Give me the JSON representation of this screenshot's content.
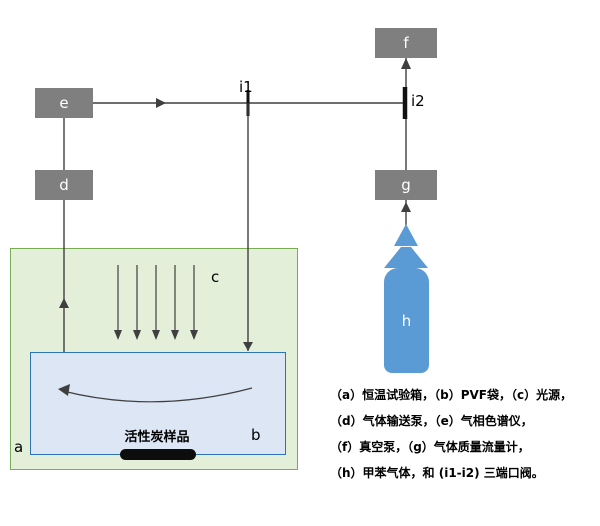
{
  "nodes": {
    "e": "e",
    "d": "d",
    "f": "f",
    "g": "g",
    "h": "h",
    "i1": "i1",
    "i2": "i2"
  },
  "chamber": {
    "label_a": "a",
    "light_label_c": "c"
  },
  "bag": {
    "label_b": "b",
    "sample_label": "活性炭样品"
  },
  "legend": {
    "line1": "（a）恒温试验箱，（b）PVF袋，（c）光源，",
    "line2": "（d）气体输送泵，（e）气相色谱仪，",
    "line3": "（f）真空泵，（g）气体质量流量计，",
    "line4": "（h）甲苯气体，和 (i1-i2) 三端口阀。"
  },
  "colors": {
    "box_gray": "#7f7f7f",
    "chamber_fill": "#e3efd9",
    "chamber_border": "#7aab55",
    "bag_fill": "#dde6f4",
    "bag_border": "#2e74b5",
    "bottle_blue": "#5b9bd5",
    "line": "#3f3f3f"
  }
}
